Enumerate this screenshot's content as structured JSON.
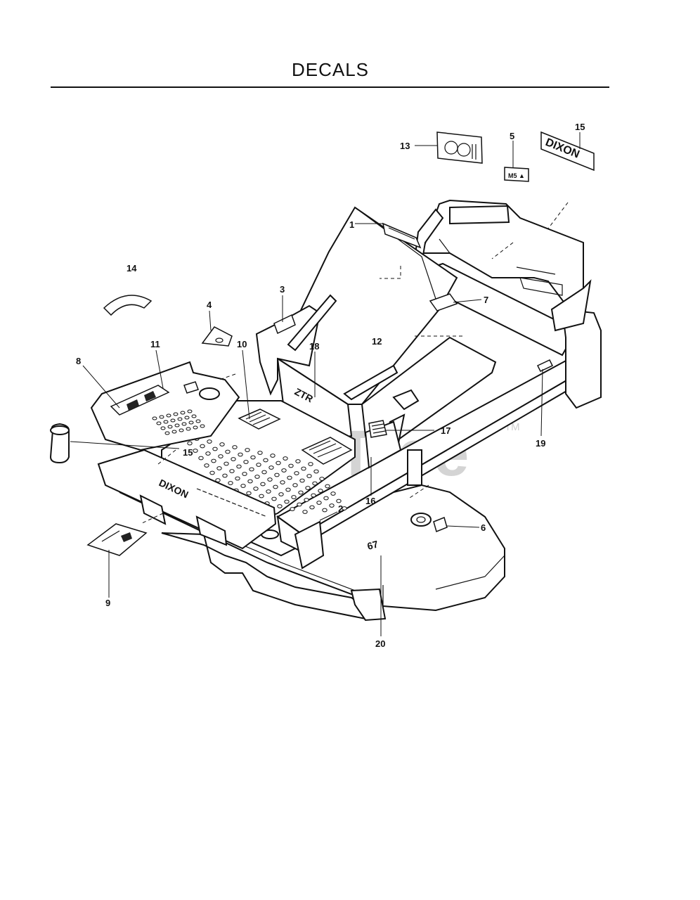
{
  "page": {
    "title": "DECALS",
    "watermark": "PartsTree",
    "trademark": "TM"
  },
  "decal_text": {
    "brand_mark": "DIXON",
    "model_mark": "ZTR"
  },
  "callouts": [
    "1",
    "2",
    "3",
    "4",
    "5",
    "6",
    "7",
    "8",
    "9",
    "10",
    "11",
    "12",
    "13",
    "14",
    "15",
    "15",
    "16",
    "17",
    "18",
    "19",
    "20"
  ]
}
